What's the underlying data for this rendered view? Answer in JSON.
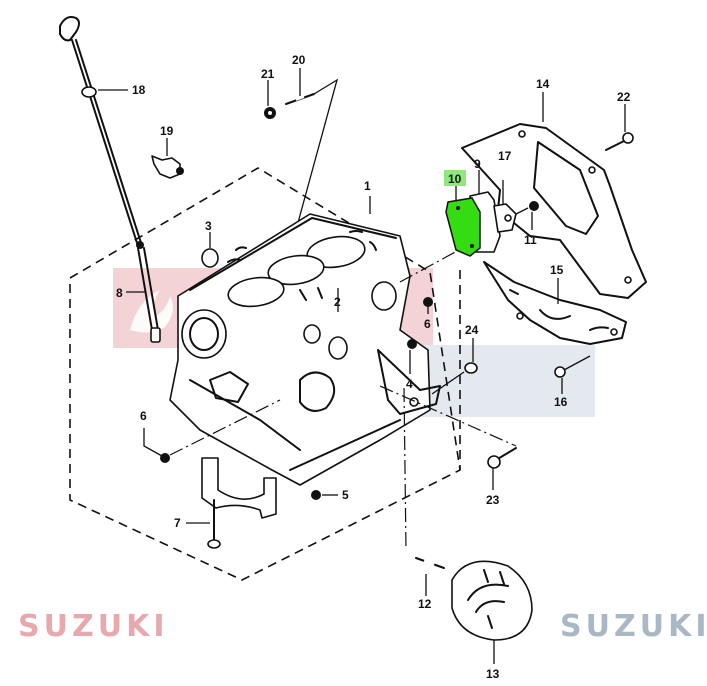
{
  "diagram": {
    "title": "Cylinder block exploded parts diagram",
    "highlight_color": "#33dd11",
    "highlighted_part": "10",
    "watermark": {
      "text_top": "SUZUKI",
      "text_bottom": "SUZUKI",
      "color_top": "#f3d3d5",
      "color_bottom": "#e3e9ee",
      "logo_icon": "suzuki-s-logo-icon"
    },
    "callouts": [
      {
        "id": "1",
        "label": "1",
        "part": "cylinder-block"
      },
      {
        "id": "2",
        "label": "2",
        "part": "cylinder-block-marking"
      },
      {
        "id": "3",
        "label": "3",
        "part": "plug-cap"
      },
      {
        "id": "4",
        "label": "4",
        "part": "plug"
      },
      {
        "id": "5",
        "label": "5",
        "part": "plug"
      },
      {
        "id": "6a",
        "label": "6",
        "part": "plug"
      },
      {
        "id": "6b",
        "label": "6",
        "part": "plug"
      },
      {
        "id": "7",
        "label": "7",
        "part": "bearing-cap-bolt"
      },
      {
        "id": "8",
        "label": "8",
        "part": "dipstick-guide-tube"
      },
      {
        "id": "9",
        "label": "9",
        "part": "housing"
      },
      {
        "id": "10",
        "label": "10",
        "part": "gasket-highlighted"
      },
      {
        "id": "11",
        "label": "11",
        "part": "bolt"
      },
      {
        "id": "12",
        "label": "12",
        "part": "union-bolt"
      },
      {
        "id": "13",
        "label": "13",
        "part": "oil-filter"
      },
      {
        "id": "14",
        "label": "14",
        "part": "cover-gasket"
      },
      {
        "id": "15",
        "label": "15",
        "part": "lower-cover"
      },
      {
        "id": "16",
        "label": "16",
        "part": "bolt"
      },
      {
        "id": "17",
        "label": "17",
        "part": "bracket"
      },
      {
        "id": "18",
        "label": "18",
        "part": "oil-dipstick"
      },
      {
        "id": "19",
        "label": "19",
        "part": "oil-pressure-switch"
      },
      {
        "id": "20",
        "label": "20",
        "part": "stud-bolt"
      },
      {
        "id": "21",
        "label": "21",
        "part": "nut"
      },
      {
        "id": "22",
        "label": "22",
        "part": "bolt"
      },
      {
        "id": "23",
        "label": "23",
        "part": "bolt"
      },
      {
        "id": "24",
        "label": "24",
        "part": "dowel-pin"
      }
    ]
  }
}
